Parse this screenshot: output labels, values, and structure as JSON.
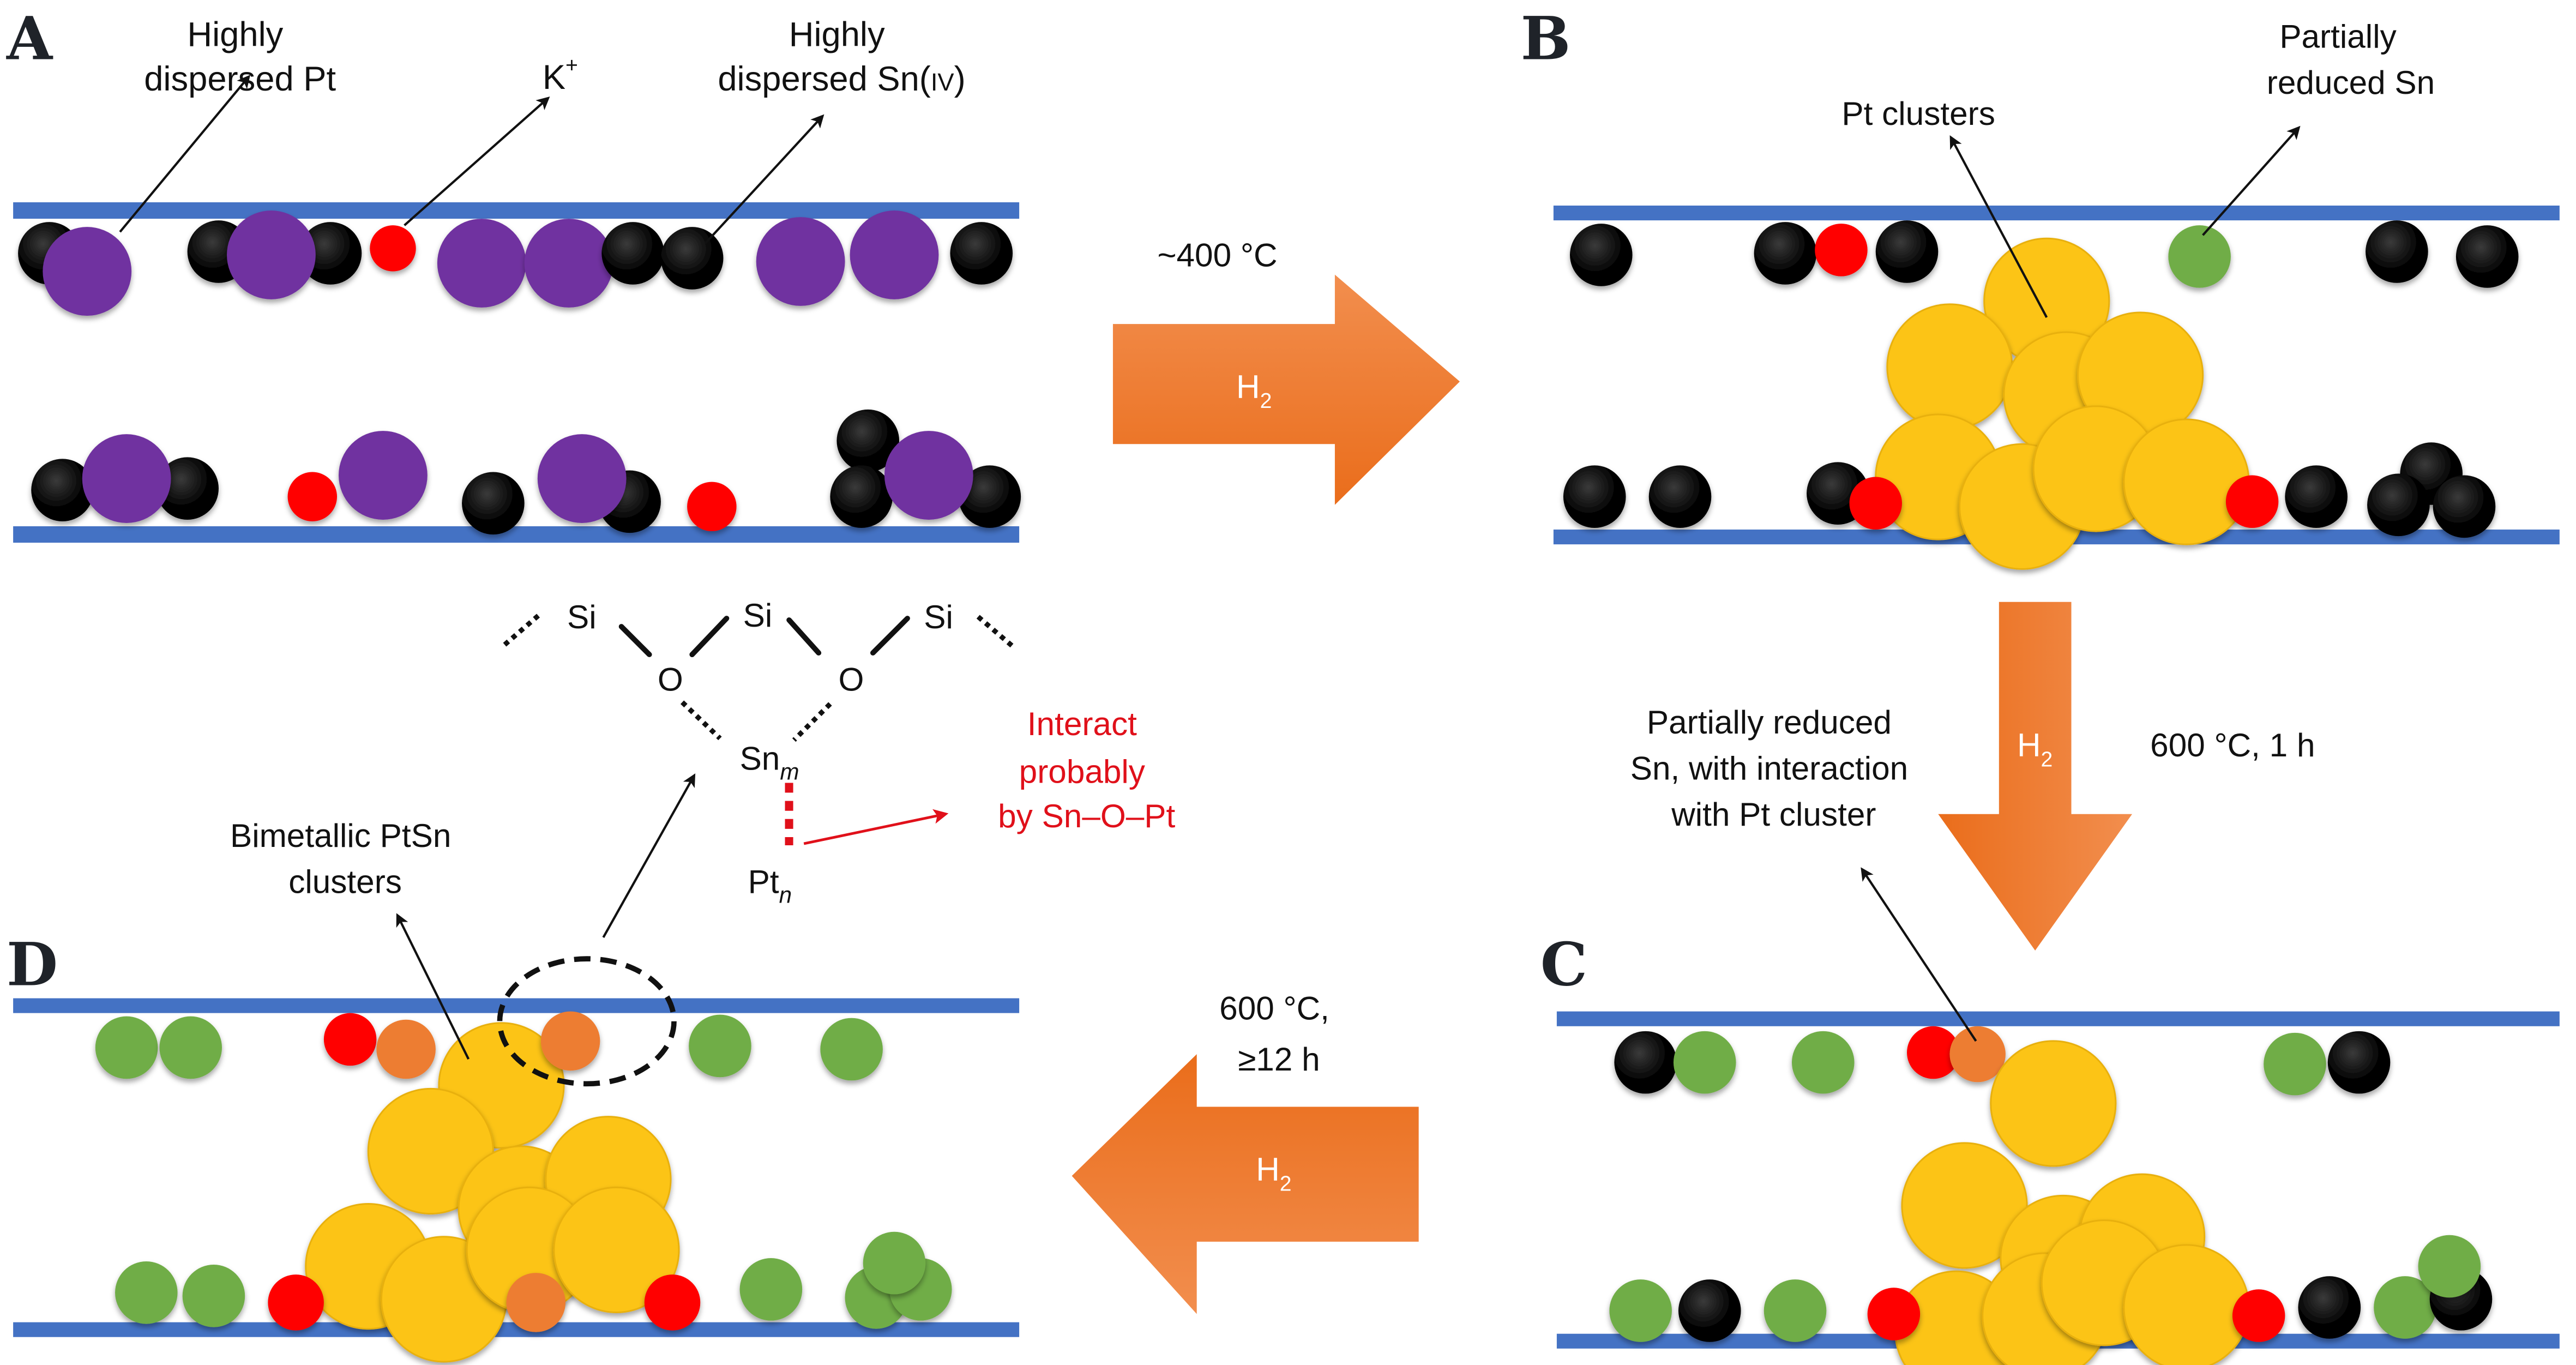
{
  "figure": {
    "panels": {
      "A": {
        "letter": "A",
        "labels": {
          "pt": [
            "Highly",
            "dispersed Pt"
          ],
          "k": "K",
          "k_sup": "+",
          "sn": [
            "Highly",
            "dispersed Sn(",
            "IV",
            ")"
          ]
        }
      },
      "B": {
        "letter": "B",
        "labels": {
          "pt_clusters": "Pt clusters",
          "partially_reduced": [
            "Partially",
            "reduced Sn"
          ]
        }
      },
      "C": {
        "letter": "C",
        "labels": {
          "interaction": [
            "Partially reduced",
            "Sn, with interaction",
            "with Pt cluster"
          ]
        }
      },
      "D": {
        "letter": "D",
        "labels": {
          "bimetallic": [
            "Bimetallic PtSn",
            "clusters"
          ]
        }
      }
    },
    "transitions": [
      {
        "from": "A",
        "to": "B",
        "direction": "right",
        "gas": "H",
        "gas_sub": "2",
        "condition": [
          "~400 °C"
        ]
      },
      {
        "from": "B",
        "to": "C",
        "direction": "down",
        "gas": "H",
        "gas_sub": "2",
        "condition": [
          "600 °C, 1 h"
        ]
      },
      {
        "from": "C",
        "to": "D",
        "direction": "left",
        "gas": "H",
        "gas_sub": "2",
        "condition": [
          "600 °C,",
          "≥12 h"
        ]
      }
    ],
    "structure": {
      "si": "Si",
      "o": "O",
      "sn": "Sn",
      "sn_sub": "m",
      "pt": "Pt",
      "pt_sub": "n",
      "note": [
        "Interact",
        "probably",
        "by Sn–O–Pt"
      ]
    },
    "legend_colors": {
      "support": "#4472c4",
      "pt_dispersed": "#7030a0",
      "sn": "#000000",
      "k": "#ff0000",
      "pt_cluster": "#fcc419",
      "sn_reduced": "#70ad47",
      "sn_interacting": "#ed7d31",
      "arrow": "#f07f2a",
      "note": "#e0101a"
    }
  }
}
